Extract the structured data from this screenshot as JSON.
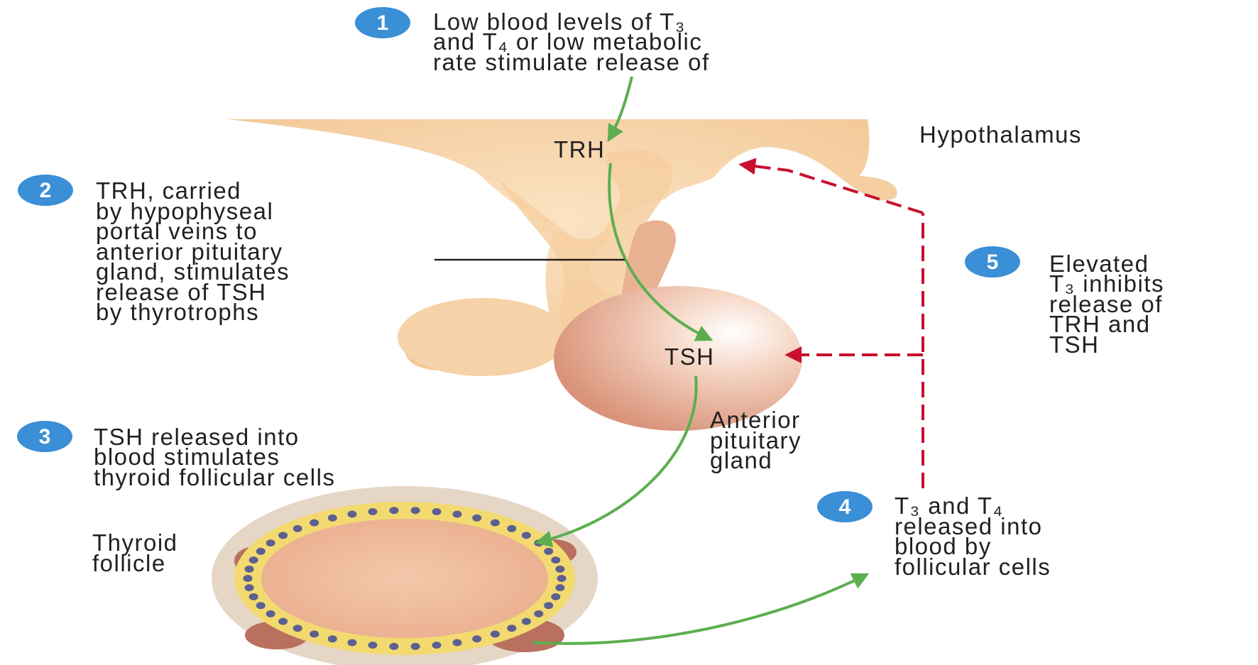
{
  "steps": [
    {
      "number": "1",
      "lines": [
        "Low blood levels of T₃",
        "and T₄  or low  metabolic",
        "rate stimulate release of"
      ]
    },
    {
      "number": "2",
      "lines": [
        "TRH, carried",
        "by hypophyseal",
        "portal veins to",
        "anterior pituitary",
        "gland, stimulates",
        "release of TSH",
        "by thyrotrophs"
      ]
    },
    {
      "number": "3",
      "lines": [
        "TSH released into",
        "blood stimulates",
        "thyroid follicular cells"
      ]
    },
    {
      "number": "4",
      "lines": [
        "T₃ and T₄",
        "released into",
        "blood by",
        "follicular cells"
      ]
    },
    {
      "number": "5",
      "lines": [
        "Elevated",
        "T₃ inhibits",
        "release of",
        "TRH and",
        "TSH"
      ]
    }
  ],
  "labels": {
    "trh": "TRH",
    "tsh": "TSH",
    "hypothalamus": "Hypothalamus",
    "anterior_pituitary": [
      "Anterior",
      "pituitary",
      "gland"
    ],
    "thyroid_follicle": [
      "Thyroid",
      "follicle"
    ]
  },
  "colors": {
    "badge": "#3a8fd6",
    "stimulation_arrow": "#5cae4f",
    "inhibition_arrow": "#c8102e",
    "hypothalamus_tissue": "#f8d3a4",
    "pituitary": "#e6a585",
    "follicle_colloid": "#f0bfa0"
  }
}
